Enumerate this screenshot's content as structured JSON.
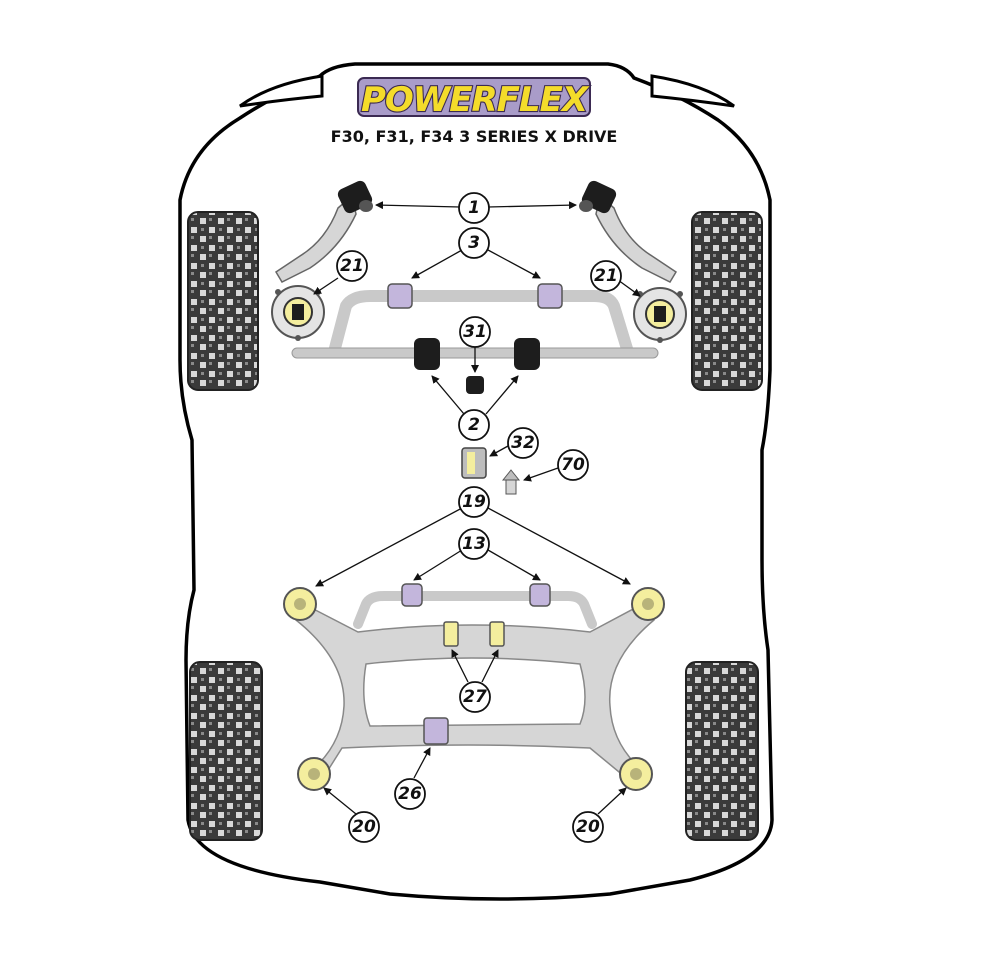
{
  "brand": {
    "name": "POWERFLEX"
  },
  "subtitle": "F30, F31, F34 3 SERIES X DRIVE",
  "colors": {
    "bushing_purple": "#c3b6dc",
    "bushing_yellow": "#f4ee9e",
    "bushing_black": "#1d1d1d",
    "subframe_grey": "#d6d6d6",
    "logo_yellow": "#f4dc2a",
    "logo_purple": "#a99cc9"
  },
  "callouts": [
    {
      "id": "1",
      "label": "1"
    },
    {
      "id": "3",
      "label": "3"
    },
    {
      "id": "21-left",
      "label": "21"
    },
    {
      "id": "21-right",
      "label": "21"
    },
    {
      "id": "31",
      "label": "31"
    },
    {
      "id": "2",
      "label": "2"
    },
    {
      "id": "32",
      "label": "32"
    },
    {
      "id": "70",
      "label": "70"
    },
    {
      "id": "19",
      "label": "19"
    },
    {
      "id": "13",
      "label": "13"
    },
    {
      "id": "27",
      "label": "27"
    },
    {
      "id": "26",
      "label": "26"
    },
    {
      "id": "20-left",
      "label": "20"
    },
    {
      "id": "20-right",
      "label": "20"
    }
  ]
}
